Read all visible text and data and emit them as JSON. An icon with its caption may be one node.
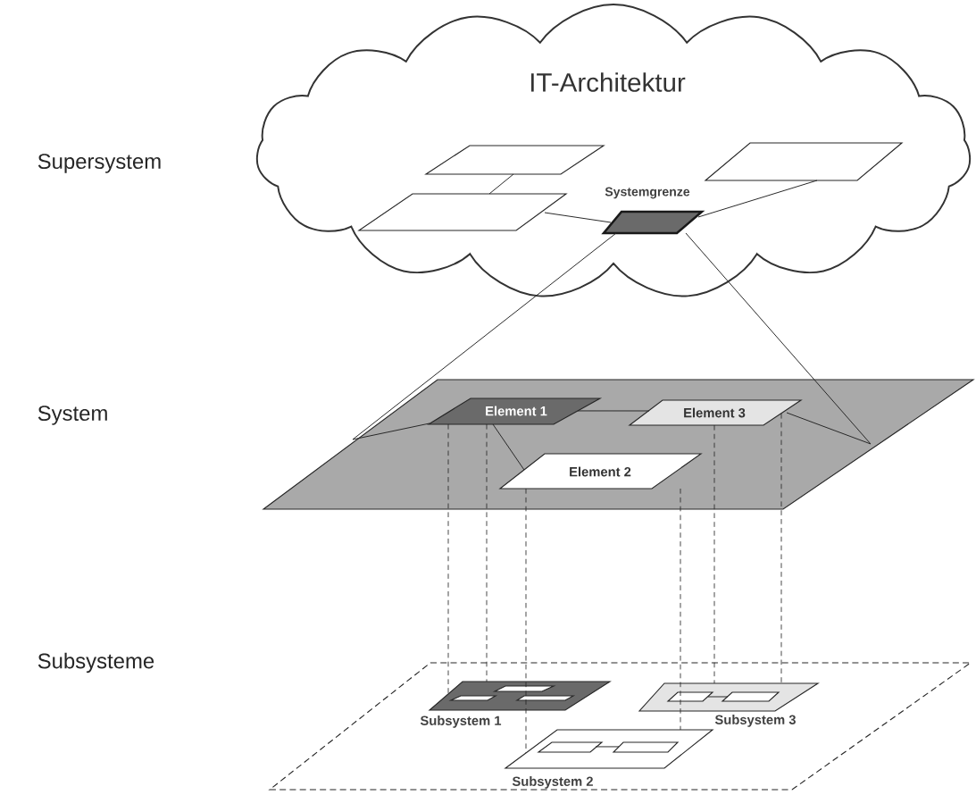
{
  "diagram": {
    "nodes": [
      {
        "text": [
          "IT-Architektur"
        ]
      },
      {
        "text": [],
        "shape": "parallelogram",
        "in": 0
      },
      {
        "text": [],
        "shape": "parallelogram",
        "in": 0
      },
      {
        "text": [],
        "shape": "parallelogram",
        "in": 0
      },
      {
        "text": [
          "Systemgrenze"
        ],
        "in": 0
      },
      {
        "text": [],
        "shape": "parallelogram"
      },
      {
        "text": [
          "Element 1"
        ],
        "in": 5
      },
      {
        "text": [
          "Element 3"
        ],
        "in": 5
      },
      {
        "text": [
          "Element 2"
        ],
        "in": 5
      },
      {
        "text": [],
        "shape": "parallelogram"
      },
      {
        "text": [
          "Subsystem 1"
        ],
        "in": 9
      },
      {
        "text": [
          "Subsystem 3"
        ],
        "in": 9
      },
      {
        "text": [
          "Subsystem 2"
        ],
        "in": 9
      },
      {
        "text": [],
        "shape": "parallelogram",
        "in": 10
      },
      {
        "text": [],
        "shape": "parallelogram",
        "in": 10
      },
      {
        "text": [],
        "shape": "parallelogram",
        "in": 10
      },
      {
        "text": [],
        "shape": "parallelogram",
        "in": 11
      },
      {
        "text": [],
        "shape": "parallelogram",
        "in": 11
      },
      {
        "text": [],
        "shape": "parallelogram",
        "in": 12
      },
      {
        "text": [],
        "shape": "parallelogram",
        "in": 12
      }
    ],
    "edges": [
      {
        "from": 1,
        "to": 2,
        "arrow": "none"
      },
      {
        "from": 2,
        "to": 4,
        "arrow": "none"
      },
      {
        "from": 3,
        "to": 4,
        "arrow": "none"
      },
      {
        "from": 4,
        "to": 6,
        "arrow": "none"
      },
      {
        "from": 4,
        "to": 7,
        "arrow": "none"
      },
      {
        "from": 6,
        "to": 7,
        "arrow": "none"
      },
      {
        "from": 6,
        "to": 8,
        "arrow": "none"
      },
      {
        "from": 6,
        "to": 10,
        "arrow": "none",
        "style": "dashed"
      },
      {
        "from": 6,
        "to": 10,
        "arrow": "none",
        "style": "dashed"
      },
      {
        "from": 7,
        "to": 11,
        "arrow": "none",
        "style": "dashed"
      },
      {
        "from": 7,
        "to": 11,
        "arrow": "none",
        "style": "dashed"
      },
      {
        "from": 8,
        "to": 12,
        "arrow": "none",
        "style": "dashed"
      },
      {
        "from": 8,
        "to": 12,
        "arrow": "none",
        "style": "dashed"
      },
      {
        "from": 18,
        "to": 19,
        "arrow": "none"
      },
      {
        "from": 16,
        "to": 17,
        "arrow": "none"
      }
    ],
    "labels": [
      "Supersystem",
      "System",
      "Subsysteme"
    ]
  }
}
